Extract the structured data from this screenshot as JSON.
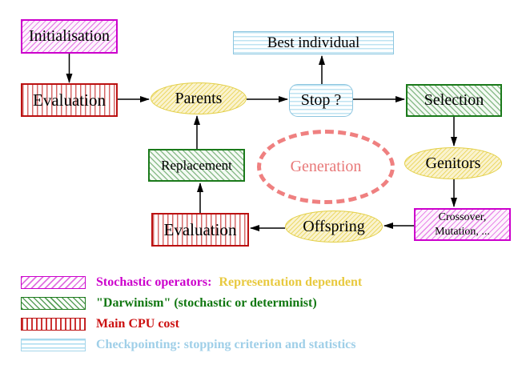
{
  "nodes": {
    "initialisation": {
      "label": "Initialisation"
    },
    "evaluation_top": {
      "label": "Evaluation"
    },
    "parents": {
      "label": "Parents"
    },
    "stop": {
      "label": "Stop ?"
    },
    "best_individual": {
      "label": "Best individual"
    },
    "selection": {
      "label": "Selection"
    },
    "replacement": {
      "label": "Replacement"
    },
    "generation": {
      "label": "Generation"
    },
    "genitors": {
      "label": "Genitors"
    },
    "evaluation_bottom": {
      "label": "Evaluation"
    },
    "offspring": {
      "label": "Offspring"
    },
    "crossover": {
      "line1": "Crossover,",
      "line2": "Mutation, ..."
    }
  },
  "legend": {
    "rows": [
      {
        "swatch": "stochastic-operators-hatch",
        "text": "Stochastic operators:",
        "text2": "Representation dependent"
      },
      {
        "swatch": "darwinism-hatch",
        "text": "\"Darwinism\" (stochastic or determinist)"
      },
      {
        "swatch": "cpu-cost-hatch",
        "text": "Main CPU cost"
      },
      {
        "swatch": "checkpointing-hatch",
        "text": "Checkpointing: stopping criterion and statistics"
      }
    ]
  },
  "colors": {
    "magenta": "#cc00cc",
    "dark_green": "#1b7a1b",
    "dark_red": "#bb1111",
    "light_blue": "#9fcfe8",
    "gold": "#e8c93e",
    "yellow_node_border": "#e3cf45",
    "salmon_dashed": "#ee7c7c",
    "arrow_black": "#000000"
  }
}
